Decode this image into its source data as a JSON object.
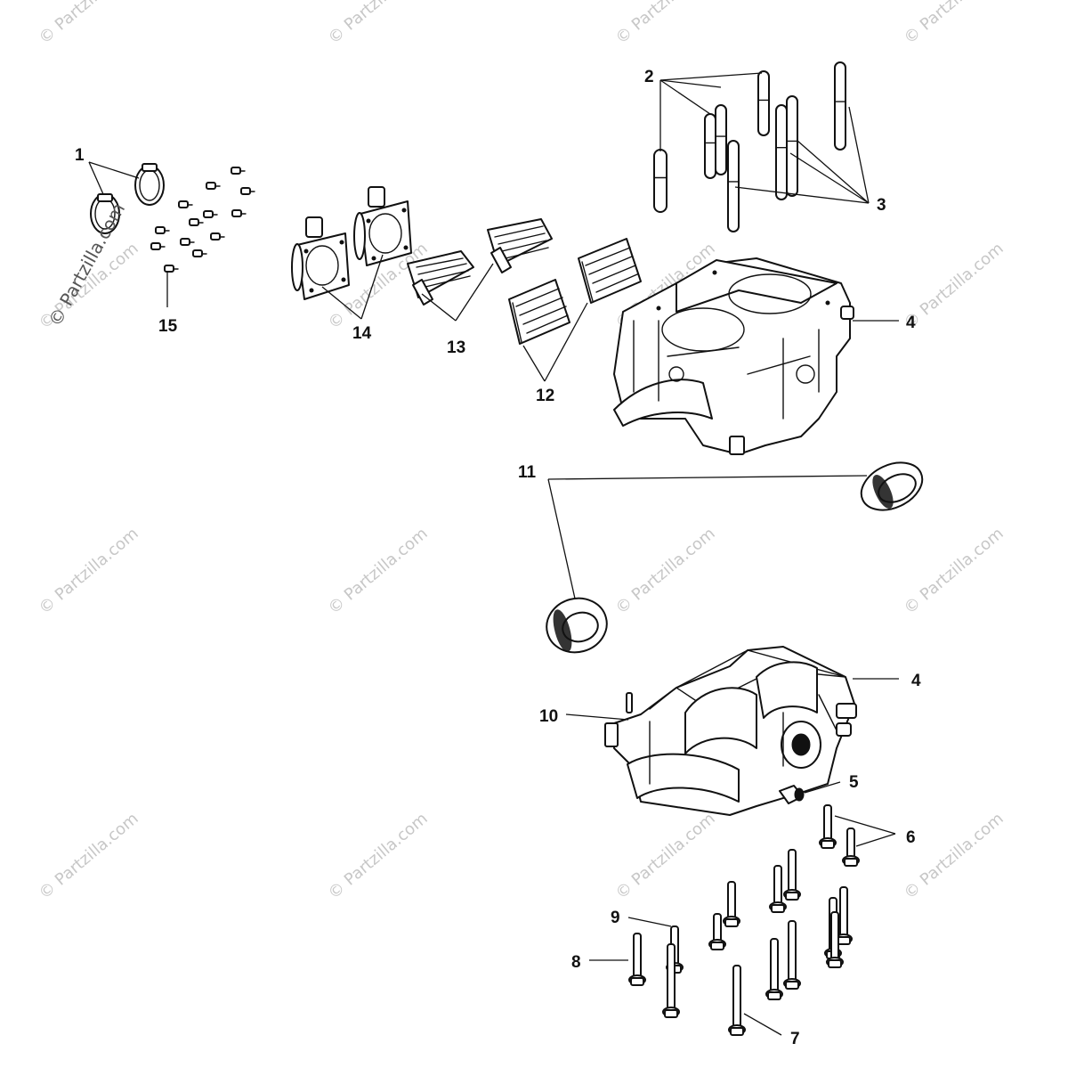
{
  "watermark": {
    "text": "© Partzilla.com",
    "side_text": "© Partzilla.com"
  },
  "callouts": {
    "c1": "1",
    "c2": "2",
    "c3": "3",
    "c4_upper": "4",
    "c4_lower": "4",
    "c5": "5",
    "c6": "6",
    "c7": "7",
    "c8": "8",
    "c9": "9",
    "c10": "10",
    "c11": "11",
    "c12": "12",
    "c13": "13",
    "c14": "14",
    "c15": "15"
  },
  "parts": [
    {
      "ref": "1",
      "icon": "hose-clamp-icon"
    },
    {
      "ref": "2",
      "icon": "dowel-pin-icon"
    },
    {
      "ref": "3",
      "icon": "stud-icon"
    },
    {
      "ref": "4",
      "icon": "crankcase-icon"
    },
    {
      "ref": "5",
      "icon": "plug-icon"
    },
    {
      "ref": "6",
      "icon": "bolt-icon"
    },
    {
      "ref": "7",
      "icon": "bolt-icon"
    },
    {
      "ref": "8",
      "icon": "bolt-icon"
    },
    {
      "ref": "9",
      "icon": "pin-icon"
    },
    {
      "ref": "10",
      "icon": "pin-icon"
    },
    {
      "ref": "11",
      "icon": "oil-seal-icon"
    },
    {
      "ref": "12",
      "icon": "reed-valve-icon"
    },
    {
      "ref": "13",
      "icon": "reed-valve-icon"
    },
    {
      "ref": "14",
      "icon": "intake-flange-icon"
    },
    {
      "ref": "15",
      "icon": "screw-icon"
    }
  ]
}
